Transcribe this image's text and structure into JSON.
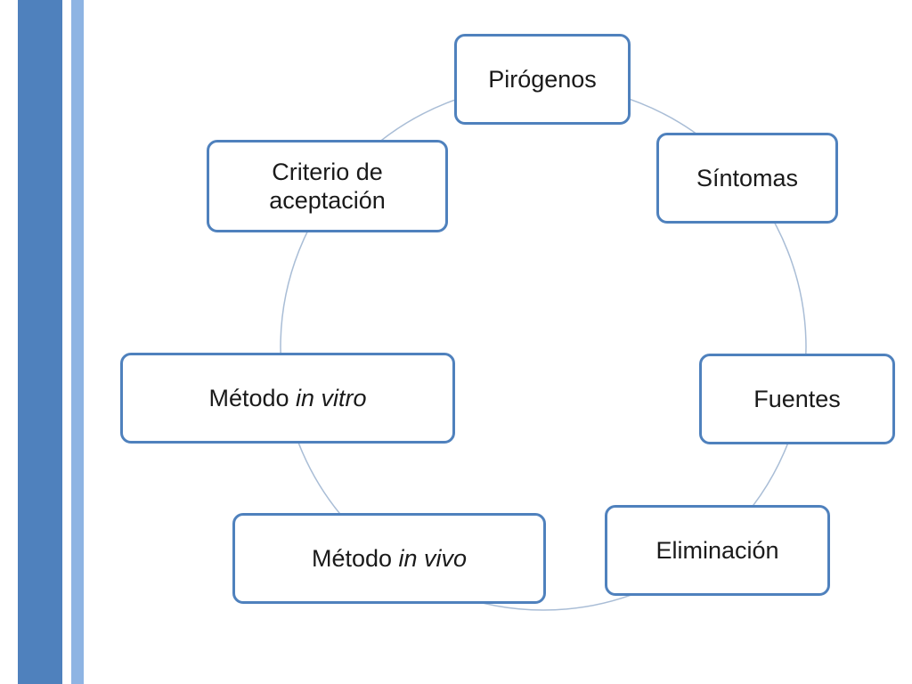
{
  "colors": {
    "accent": "#4f81bd",
    "accent_light": "#8eb4e3",
    "ring": "#a9bdd6",
    "text": "#1a1a1a"
  },
  "diagram": {
    "type": "cycle",
    "nodes": [
      {
        "id": "pirogenos",
        "text": "Pirógenos"
      },
      {
        "id": "sintomas",
        "text": "Síntomas"
      },
      {
        "id": "fuentes",
        "text": "Fuentes"
      },
      {
        "id": "eliminacion",
        "text": "Eliminación"
      },
      {
        "id": "in-vivo",
        "text": "Método ",
        "italic": "in vivo"
      },
      {
        "id": "in-vitro",
        "text": "Método ",
        "italic": "in vitro"
      },
      {
        "id": "criterio",
        "text": "Criterio de aceptación"
      }
    ]
  }
}
